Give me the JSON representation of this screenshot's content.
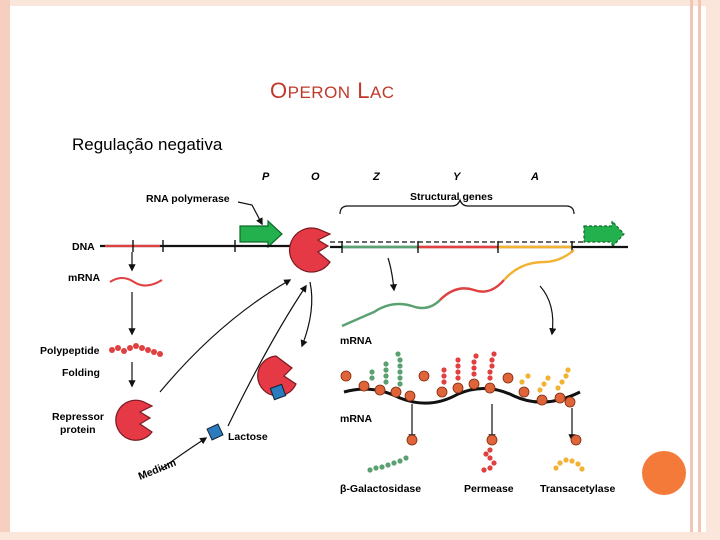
{
  "slide": {
    "title_first_big": "O",
    "title_first_rest": "PERON",
    "title_second_big": "L",
    "title_second_rest": "AC",
    "subtitle": "Regulação negativa"
  },
  "diagram": {
    "gene_regions": {
      "p": "P",
      "o": "O",
      "z": "Z",
      "y": "Y",
      "a": "A"
    },
    "labels": {
      "rna_polymerase": "RNA polymerase",
      "structural_genes": "Structural genes",
      "dna": "DNA",
      "mrna_left": "mRNA",
      "polypeptide": "Polypeptide",
      "folding": "Folding",
      "repressor_line1": "Repressor",
      "repressor_line2": "protein",
      "lactose": "Lactose",
      "medium": "Medium",
      "mrna_right": "mRNA",
      "mrna_bottom": "mRNA",
      "beta_galactosidase": "β-Galactosidase",
      "permease": "Permease",
      "transacetylase": "Transacetylase"
    },
    "colors": {
      "title": "#c0392b",
      "red_gene": "#e04040",
      "green_gene": "#5aa070",
      "yellow_gene": "#f2b233",
      "polymerase": "#22b14c",
      "repressor": "#e63946",
      "lactose": "#2b7bbf",
      "ribosome": "#e0643a",
      "accent_dot": "#f47a3a"
    }
  }
}
